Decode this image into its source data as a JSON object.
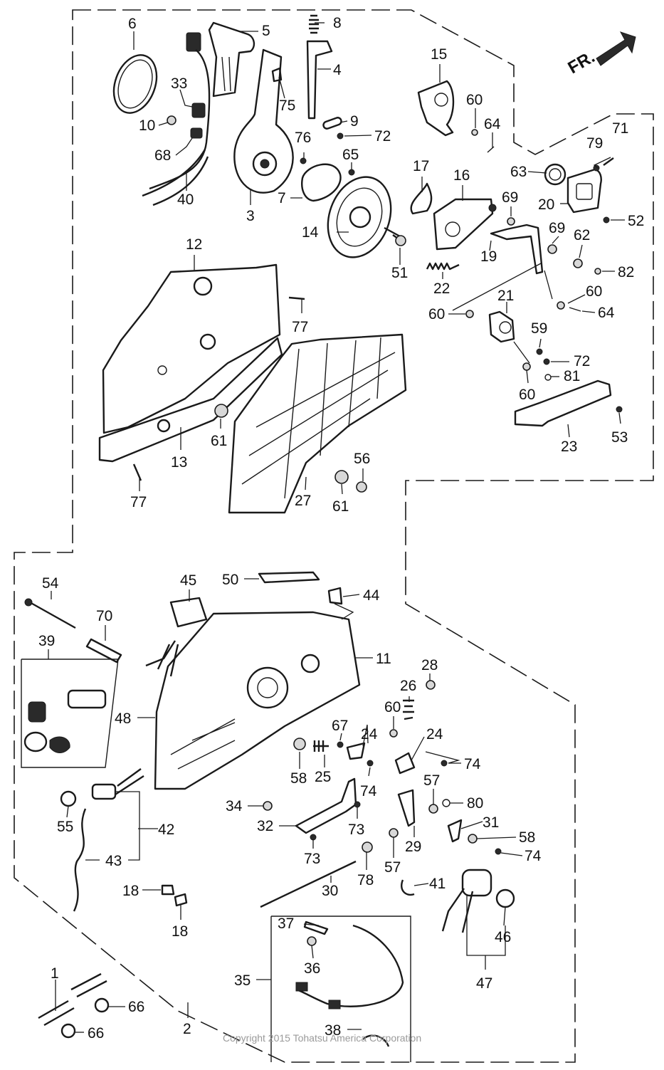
{
  "direction_label": "FR.",
  "copyright": "Copyright 2015 Tohatsu America Corporation",
  "callouts": {
    "c1": "1",
    "c2": "2",
    "c3": "3",
    "c4": "4",
    "c5": "5",
    "c6": "6",
    "c7": "7",
    "c8": "8",
    "c9": "9",
    "c10": "10",
    "c11": "11",
    "c12": "12",
    "c13": "13",
    "c14": "14",
    "c15": "15",
    "c16": "16",
    "c17": "17",
    "c18a": "18",
    "c18b": "18",
    "c19": "19",
    "c20": "20",
    "c21": "21",
    "c22": "22",
    "c23": "23",
    "c24a": "24",
    "c24b": "24",
    "c25": "25",
    "c26": "26",
    "c27": "27",
    "c28": "28",
    "c29": "29",
    "c30": "30",
    "c31": "31",
    "c32": "32",
    "c33": "33",
    "c34": "34",
    "c35": "35",
    "c36": "36",
    "c37": "37",
    "c38": "38",
    "c39": "39",
    "c40": "40",
    "c41": "41",
    "c42": "42",
    "c43": "43",
    "c44": "44",
    "c45": "45",
    "c46": "46",
    "c47": "47",
    "c48": "48",
    "c50": "50",
    "c51": "51",
    "c52": "52",
    "c53": "53",
    "c54": "54",
    "c55": "55",
    "c56": "56",
    "c57a": "57",
    "c57b": "57",
    "c58a": "58",
    "c58b": "58",
    "c59": "59",
    "c60a": "60",
    "c60b": "60",
    "c60c": "60",
    "c60d": "60",
    "c60e": "60",
    "c61a": "61",
    "c61b": "61",
    "c62": "62",
    "c63": "63",
    "c64a": "64",
    "c64b": "64",
    "c65": "65",
    "c66a": "66",
    "c66b": "66",
    "c67": "67",
    "c68": "68",
    "c69a": "69",
    "c69b": "69",
    "c70": "70",
    "c71": "71",
    "c72a": "72",
    "c72b": "72",
    "c73a": "73",
    "c73b": "73",
    "c74a": "74",
    "c74b": "74",
    "c74c": "74",
    "c75": "75",
    "c76": "76",
    "c77a": "77",
    "c77b": "77",
    "c78": "78",
    "c79": "79",
    "c80": "80",
    "c81": "81",
    "c82": "82"
  }
}
